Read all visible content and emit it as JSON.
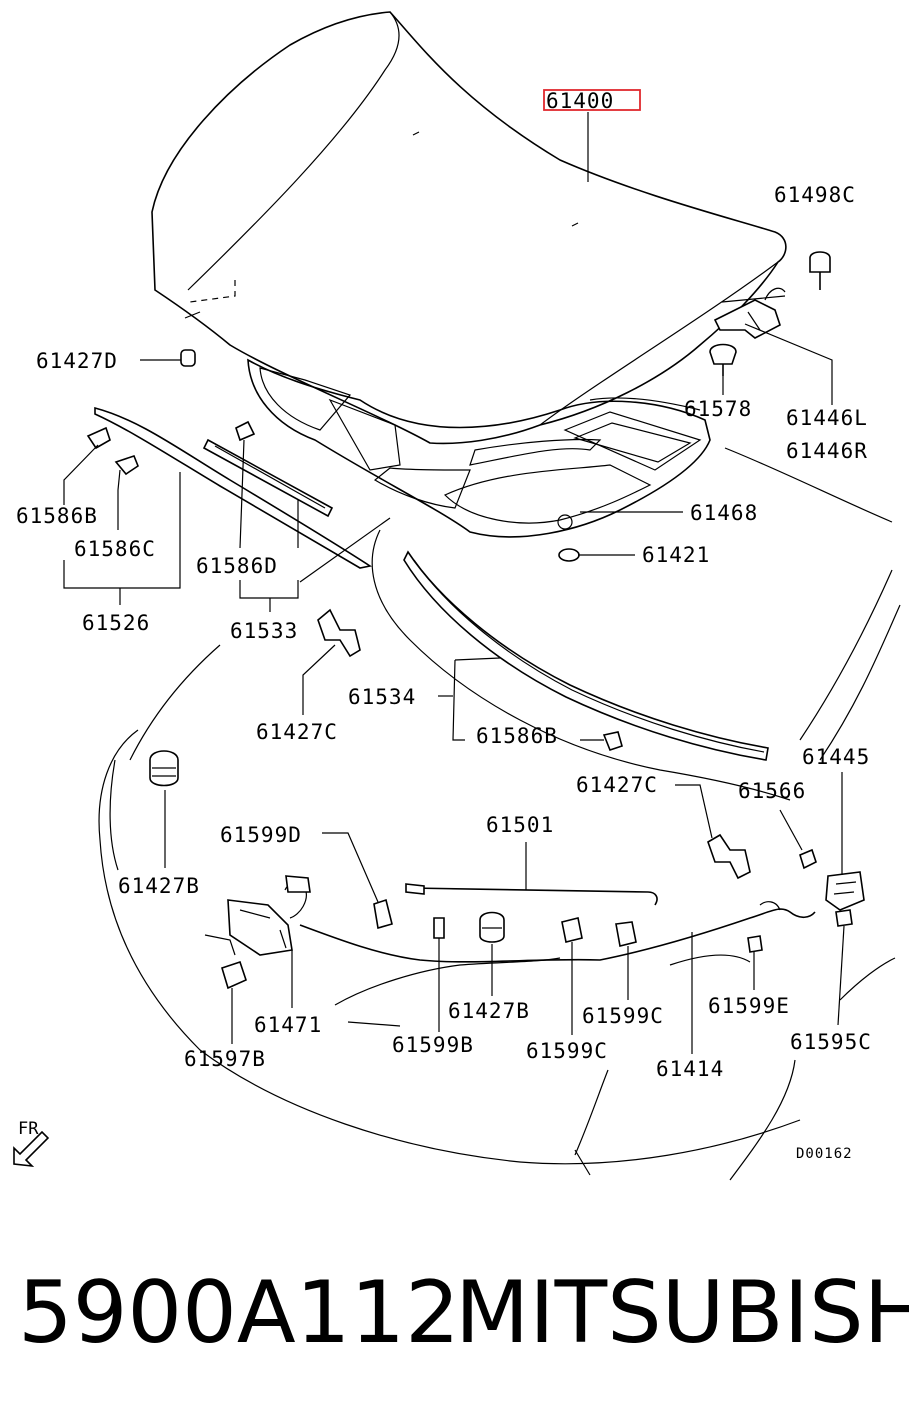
{
  "diagram": {
    "highlighted_part": "61400",
    "labels": [
      {
        "key": "p61400",
        "text": "61400"
      },
      {
        "key": "p61498c",
        "text": "61498C"
      },
      {
        "key": "p61427d",
        "text": "61427D"
      },
      {
        "key": "p61578",
        "text": "61578"
      },
      {
        "key": "p61446l",
        "text": "61446L"
      },
      {
        "key": "p61446r",
        "text": "61446R"
      },
      {
        "key": "p61468",
        "text": "61468"
      },
      {
        "key": "p61586b_a",
        "text": "61586B"
      },
      {
        "key": "p61586c",
        "text": "61586C"
      },
      {
        "key": "p61586d",
        "text": "61586D"
      },
      {
        "key": "p61421",
        "text": "61421"
      },
      {
        "key": "p61526",
        "text": "61526"
      },
      {
        "key": "p61533",
        "text": "61533"
      },
      {
        "key": "p61534",
        "text": "61534"
      },
      {
        "key": "p61427c_a",
        "text": "61427C"
      },
      {
        "key": "p61586b_b",
        "text": "61586B"
      },
      {
        "key": "p61445",
        "text": "61445"
      },
      {
        "key": "p61427c_b",
        "text": "61427C"
      },
      {
        "key": "p61566",
        "text": "61566"
      },
      {
        "key": "p61501",
        "text": "61501"
      },
      {
        "key": "p61599d",
        "text": "61599D"
      },
      {
        "key": "p61427b_a",
        "text": "61427B"
      },
      {
        "key": "p61471",
        "text": "61471"
      },
      {
        "key": "p61427b_b",
        "text": "61427B"
      },
      {
        "key": "p61599c_a",
        "text": "61599C"
      },
      {
        "key": "p61599e",
        "text": "61599E"
      },
      {
        "key": "p61597b",
        "text": "61597B"
      },
      {
        "key": "p61599b",
        "text": "61599B"
      },
      {
        "key": "p61599c_b",
        "text": "61599C"
      },
      {
        "key": "p61414",
        "text": "61414"
      },
      {
        "key": "p61595c",
        "text": "61595C"
      }
    ],
    "front_marker": "FR",
    "drawing_code": "D00162",
    "highlight_color": "#e0282e"
  },
  "footer": {
    "part_number": "5900A112",
    "brand": "MITSUBISHI"
  }
}
